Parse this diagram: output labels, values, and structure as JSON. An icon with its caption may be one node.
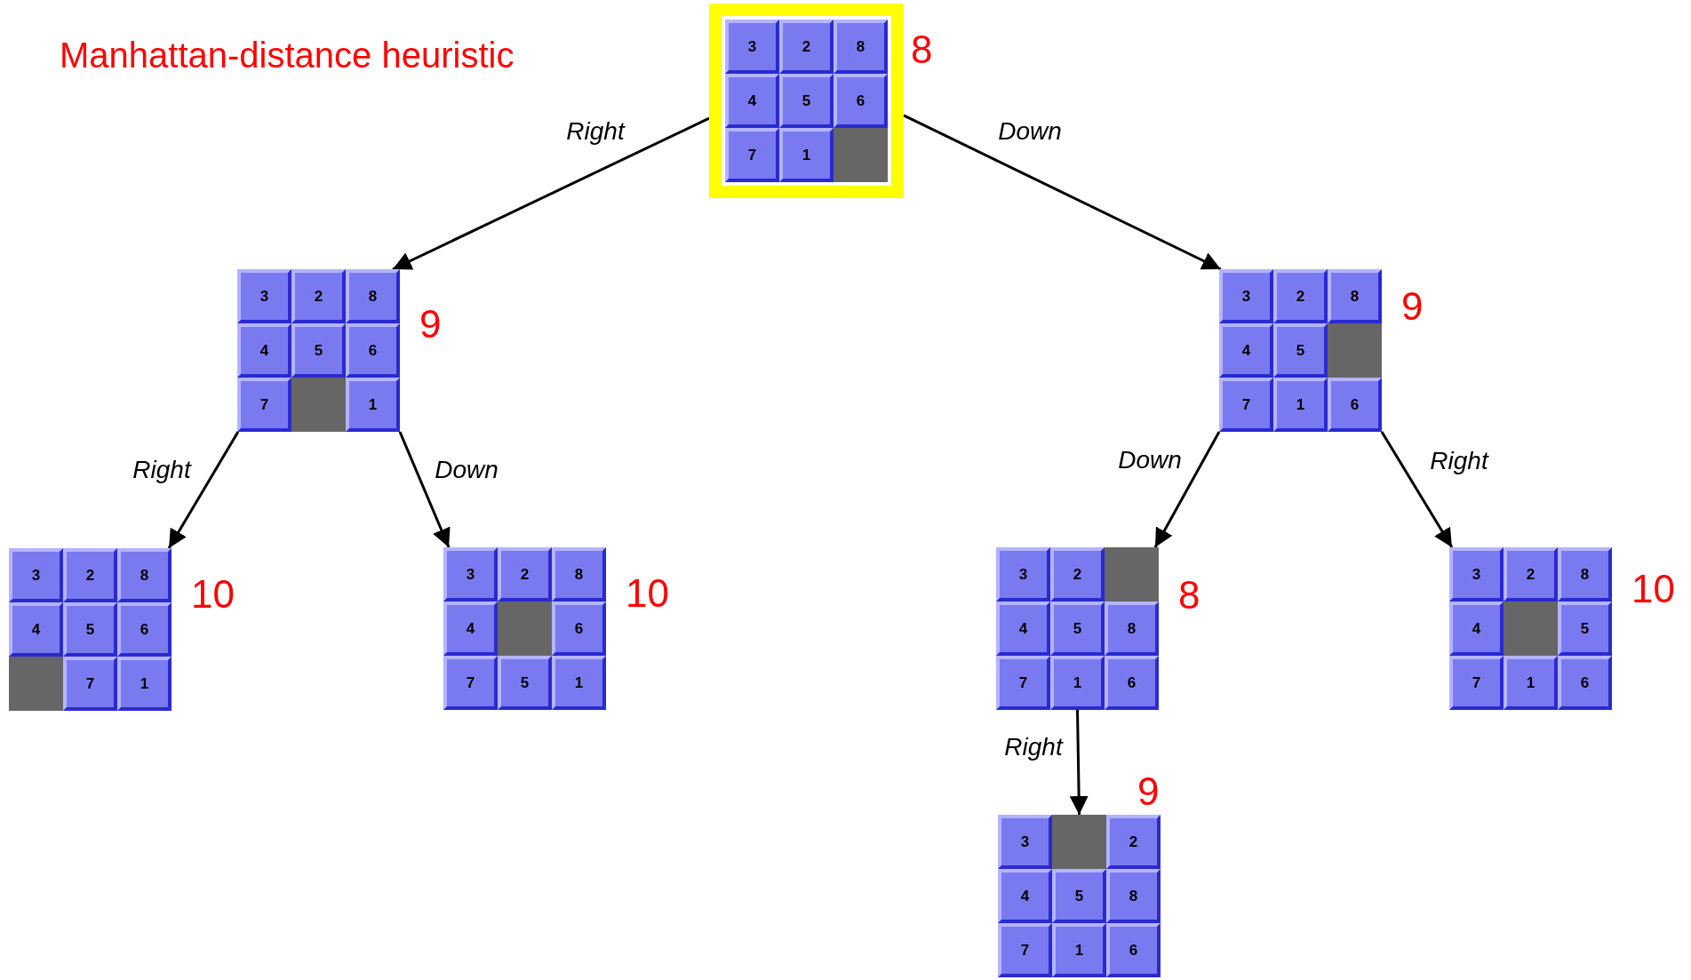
{
  "diagram": {
    "title": "Manhattan-distance heuristic",
    "nodes": [
      {
        "text": [],
        "shape": "box",
        "beside": [
          "8"
        ]
      },
      {
        "text": [
          "3"
        ],
        "in": 0
      },
      {
        "text": [
          "2"
        ],
        "in": 0
      },
      {
        "text": [
          "8"
        ],
        "in": 0
      },
      {
        "text": [
          "4"
        ],
        "in": 0
      },
      {
        "text": [
          "5"
        ],
        "in": 0
      },
      {
        "text": [
          "6"
        ],
        "in": 0
      },
      {
        "text": [
          "7"
        ],
        "in": 0
      },
      {
        "text": [
          "1"
        ],
        "in": 0
      },
      {
        "text": [],
        "shape": "box",
        "in": 0
      },
      {
        "text": [],
        "shape": "box",
        "beside": [
          "9"
        ]
      },
      {
        "text": [
          "3"
        ],
        "in": 10
      },
      {
        "text": [
          "2"
        ],
        "in": 10
      },
      {
        "text": [
          "8"
        ],
        "in": 10
      },
      {
        "text": [
          "4"
        ],
        "in": 10
      },
      {
        "text": [
          "5"
        ],
        "in": 10
      },
      {
        "text": [
          "6"
        ],
        "in": 10
      },
      {
        "text": [
          "7"
        ],
        "in": 10
      },
      {
        "text": [],
        "shape": "box",
        "in": 10
      },
      {
        "text": [
          "1"
        ],
        "in": 10
      },
      {
        "text": [],
        "shape": "box",
        "beside": [
          "9"
        ]
      },
      {
        "text": [
          "3"
        ],
        "in": 20
      },
      {
        "text": [
          "2"
        ],
        "in": 20
      },
      {
        "text": [
          "8"
        ],
        "in": 20
      },
      {
        "text": [
          "4"
        ],
        "in": 20
      },
      {
        "text": [
          "5"
        ],
        "in": 20
      },
      {
        "text": [],
        "shape": "box",
        "in": 20
      },
      {
        "text": [
          "7"
        ],
        "in": 20
      },
      {
        "text": [
          "1"
        ],
        "in": 20
      },
      {
        "text": [
          "6"
        ],
        "in": 20
      },
      {
        "text": [],
        "shape": "box",
        "beside": [
          "10"
        ]
      },
      {
        "text": [
          "3"
        ],
        "in": 30
      },
      {
        "text": [
          "2"
        ],
        "in": 30
      },
      {
        "text": [
          "8"
        ],
        "in": 30
      },
      {
        "text": [
          "4"
        ],
        "in": 30
      },
      {
        "text": [
          "5"
        ],
        "in": 30
      },
      {
        "text": [
          "6"
        ],
        "in": 30
      },
      {
        "text": [],
        "shape": "box",
        "in": 30
      },
      {
        "text": [
          "7"
        ],
        "in": 30
      },
      {
        "text": [
          "1"
        ],
        "in": 30
      },
      {
        "text": [],
        "shape": "box",
        "beside": [
          "10"
        ]
      },
      {
        "text": [
          "3"
        ],
        "in": 40
      },
      {
        "text": [
          "2"
        ],
        "in": 40
      },
      {
        "text": [
          "8"
        ],
        "in": 40
      },
      {
        "text": [
          "4"
        ],
        "in": 40
      },
      {
        "text": [],
        "shape": "box",
        "in": 40
      },
      {
        "text": [
          "6"
        ],
        "in": 40
      },
      {
        "text": [
          "7"
        ],
        "in": 40
      },
      {
        "text": [
          "5"
        ],
        "in": 40
      },
      {
        "text": [
          "1"
        ],
        "in": 40
      },
      {
        "text": [],
        "shape": "box",
        "beside": [
          "8"
        ]
      },
      {
        "text": [
          "3"
        ],
        "in": 50
      },
      {
        "text": [
          "2"
        ],
        "in": 50
      },
      {
        "text": [],
        "shape": "box",
        "in": 50
      },
      {
        "text": [
          "4"
        ],
        "in": 50
      },
      {
        "text": [
          "5"
        ],
        "in": 50
      },
      {
        "text": [
          "8"
        ],
        "in": 50
      },
      {
        "text": [
          "7"
        ],
        "in": 50
      },
      {
        "text": [
          "1"
        ],
        "in": 50
      },
      {
        "text": [
          "6"
        ],
        "in": 50
      },
      {
        "text": [],
        "shape": "box",
        "beside": [
          "10"
        ]
      },
      {
        "text": [
          "3"
        ],
        "in": 60
      },
      {
        "text": [
          "2"
        ],
        "in": 60
      },
      {
        "text": [
          "8"
        ],
        "in": 60
      },
      {
        "text": [
          "4"
        ],
        "in": 60
      },
      {
        "text": [],
        "shape": "box",
        "in": 60
      },
      {
        "text": [
          "5"
        ],
        "in": 60
      },
      {
        "text": [
          "7"
        ],
        "in": 60
      },
      {
        "text": [
          "1"
        ],
        "in": 60
      },
      {
        "text": [
          "6"
        ],
        "in": 60
      },
      {
        "text": [],
        "shape": "box",
        "beside": [
          "9"
        ]
      },
      {
        "text": [
          "3"
        ],
        "in": 70
      },
      {
        "text": [],
        "shape": "box",
        "in": 70
      },
      {
        "text": [
          "2"
        ],
        "in": 70
      },
      {
        "text": [
          "4"
        ],
        "in": 70
      },
      {
        "text": [
          "5"
        ],
        "in": 70
      },
      {
        "text": [
          "8"
        ],
        "in": 70
      },
      {
        "text": [
          "7"
        ],
        "in": 70
      },
      {
        "text": [
          "1"
        ],
        "in": 70
      },
      {
        "text": [
          "6"
        ],
        "in": 70
      }
    ],
    "edges": [
      {
        "from": 0,
        "to": 10,
        "arrow": "to",
        "label": "Right"
      },
      {
        "from": 0,
        "to": 20,
        "arrow": "to",
        "label": "Down"
      },
      {
        "from": 10,
        "to": 30,
        "arrow": "to",
        "label": "Right"
      },
      {
        "from": 10,
        "to": 40,
        "arrow": "to",
        "label": "Down"
      },
      {
        "from": 20,
        "to": 50,
        "arrow": "to",
        "label": "Down"
      },
      {
        "from": 20,
        "to": 60,
        "arrow": "to",
        "label": "Right"
      },
      {
        "from": 50,
        "to": 70,
        "arrow": "to",
        "label": "Right"
      }
    ]
  }
}
